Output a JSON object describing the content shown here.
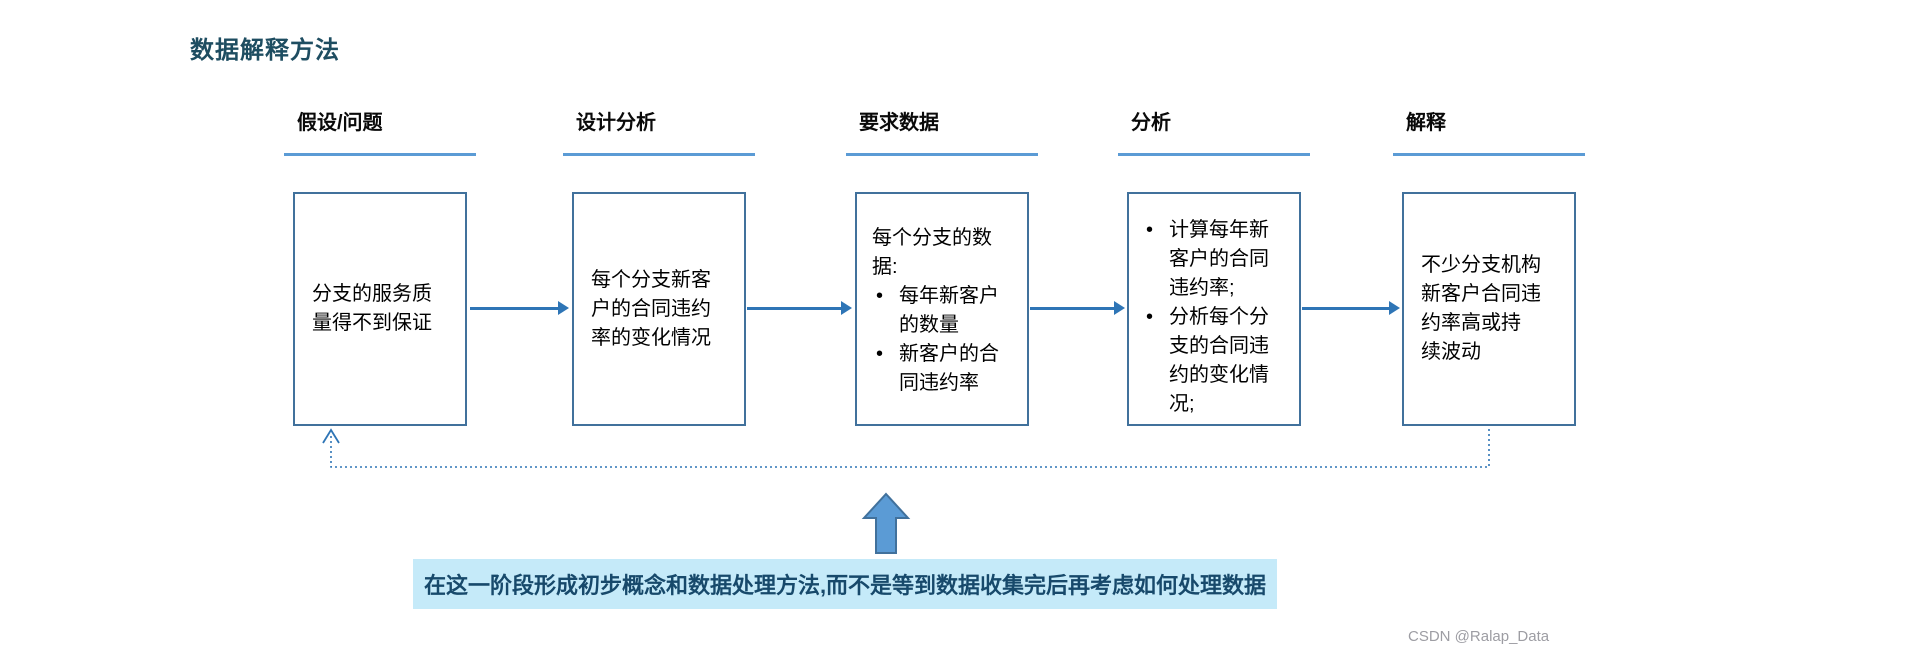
{
  "title": "数据解释方法",
  "watermark": "CSDN @Ralap_Data",
  "glyphs": {
    "bullet": "•"
  },
  "colors": {
    "accent": "#2E75B6",
    "accent-dark": "#41719C",
    "accent-light": "#5B9BD5",
    "banner-bg": "#C5EAF9",
    "banner-text": "#17496B",
    "title-color": "#1E4D61",
    "watermark-color": "#9D9DA3"
  },
  "banner": "在这一阶段形成初步概念和数据处理方法,而不是等到数据收集完后再考虑如何处理数据",
  "columns": [
    {
      "header": "假设/问题",
      "box_lines": [
        "分支的服务质",
        "量得不到保证"
      ]
    },
    {
      "header": "设计分析",
      "box_lines": [
        "每个分支新客",
        "户的合同违约",
        "率的变化情况"
      ]
    },
    {
      "header": "要求数据",
      "intro": [
        "每个分支的数",
        "据:"
      ],
      "bullets": [
        [
          "每年新客户",
          "的数量"
        ],
        [
          "新客户的合",
          "同违约率"
        ]
      ]
    },
    {
      "header": "分析",
      "bullets": [
        [
          "计算每年新",
          "客户的合同",
          "违约率;"
        ],
        [
          "分析每个分",
          "支的合同违",
          "约的变化情",
          "况;"
        ]
      ]
    },
    {
      "header": "解释",
      "box_lines": [
        "不少分支机构",
        "新客户合同违",
        "约率高或持",
        "续波动"
      ]
    }
  ]
}
